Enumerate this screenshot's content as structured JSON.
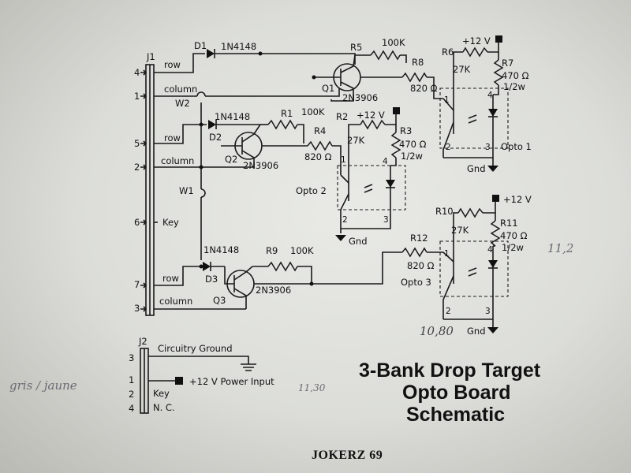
{
  "title": {
    "line1": "3-Bank Drop Target",
    "line2": "Opto Board",
    "line3": "Schematic"
  },
  "footer": "JOKERZ 69",
  "connectors": {
    "j1": {
      "name": "J1",
      "pins": [
        "4",
        "1",
        "5",
        "2",
        "6",
        "7",
        "3"
      ],
      "signals": [
        "row",
        "column",
        "row",
        "column",
        "Key",
        "row",
        "column"
      ]
    },
    "j2": {
      "name": "J2",
      "pins": [
        "3",
        "1",
        "2",
        "4"
      ],
      "signals": [
        "Circuitry Ground",
        "+12 V Power Input",
        "Key",
        "N. C."
      ]
    }
  },
  "components": {
    "d1": "D1",
    "d1_part": "1N4148",
    "d2": "D2",
    "d2_part": "1N4148",
    "d3": "D3",
    "d3_part": "1N4148",
    "q1": "Q1",
    "q1_part": "2N3906",
    "q2": "Q2",
    "q2_part": "2N3906",
    "q3": "Q3",
    "q3_part": "2N3906",
    "r1": "R1",
    "r1_val": "100K",
    "r2": "R2",
    "r2_val": "27K",
    "r3": "R3",
    "r3_val": "470 Ω",
    "r3_watt": "1/2w",
    "r4": "R4",
    "r4_val": "820 Ω",
    "r5": "R5",
    "r5_val": "100K",
    "r6": "R6",
    "r6_val": "27K",
    "r7": "R7",
    "r7_val": "470 Ω",
    "r7_watt": "1/2w",
    "r8": "R8",
    "r8_val": "820 Ω",
    "r9": "R9",
    "r9_val": "100K",
    "r10": "R10",
    "r10_val": "27K",
    "r11": "R11",
    "r11_val": "470 Ω",
    "r11_watt": "1/2w",
    "r12": "R12",
    "r12_val": "820 Ω",
    "w1": "W1",
    "w2": "W2",
    "opto1": "Opto 1",
    "opto2": "Opto 2",
    "opto3": "Opto 3"
  },
  "power": {
    "plus12": "+12 V",
    "gnd": "Gnd"
  },
  "pin_numbers": {
    "p1": "1",
    "p2": "2",
    "p3": "3",
    "p4": "4"
  },
  "handwriting": {
    "left": "gris / jaune",
    "mid": "11,30",
    "right": "11,2",
    "bottom": "10,80"
  }
}
